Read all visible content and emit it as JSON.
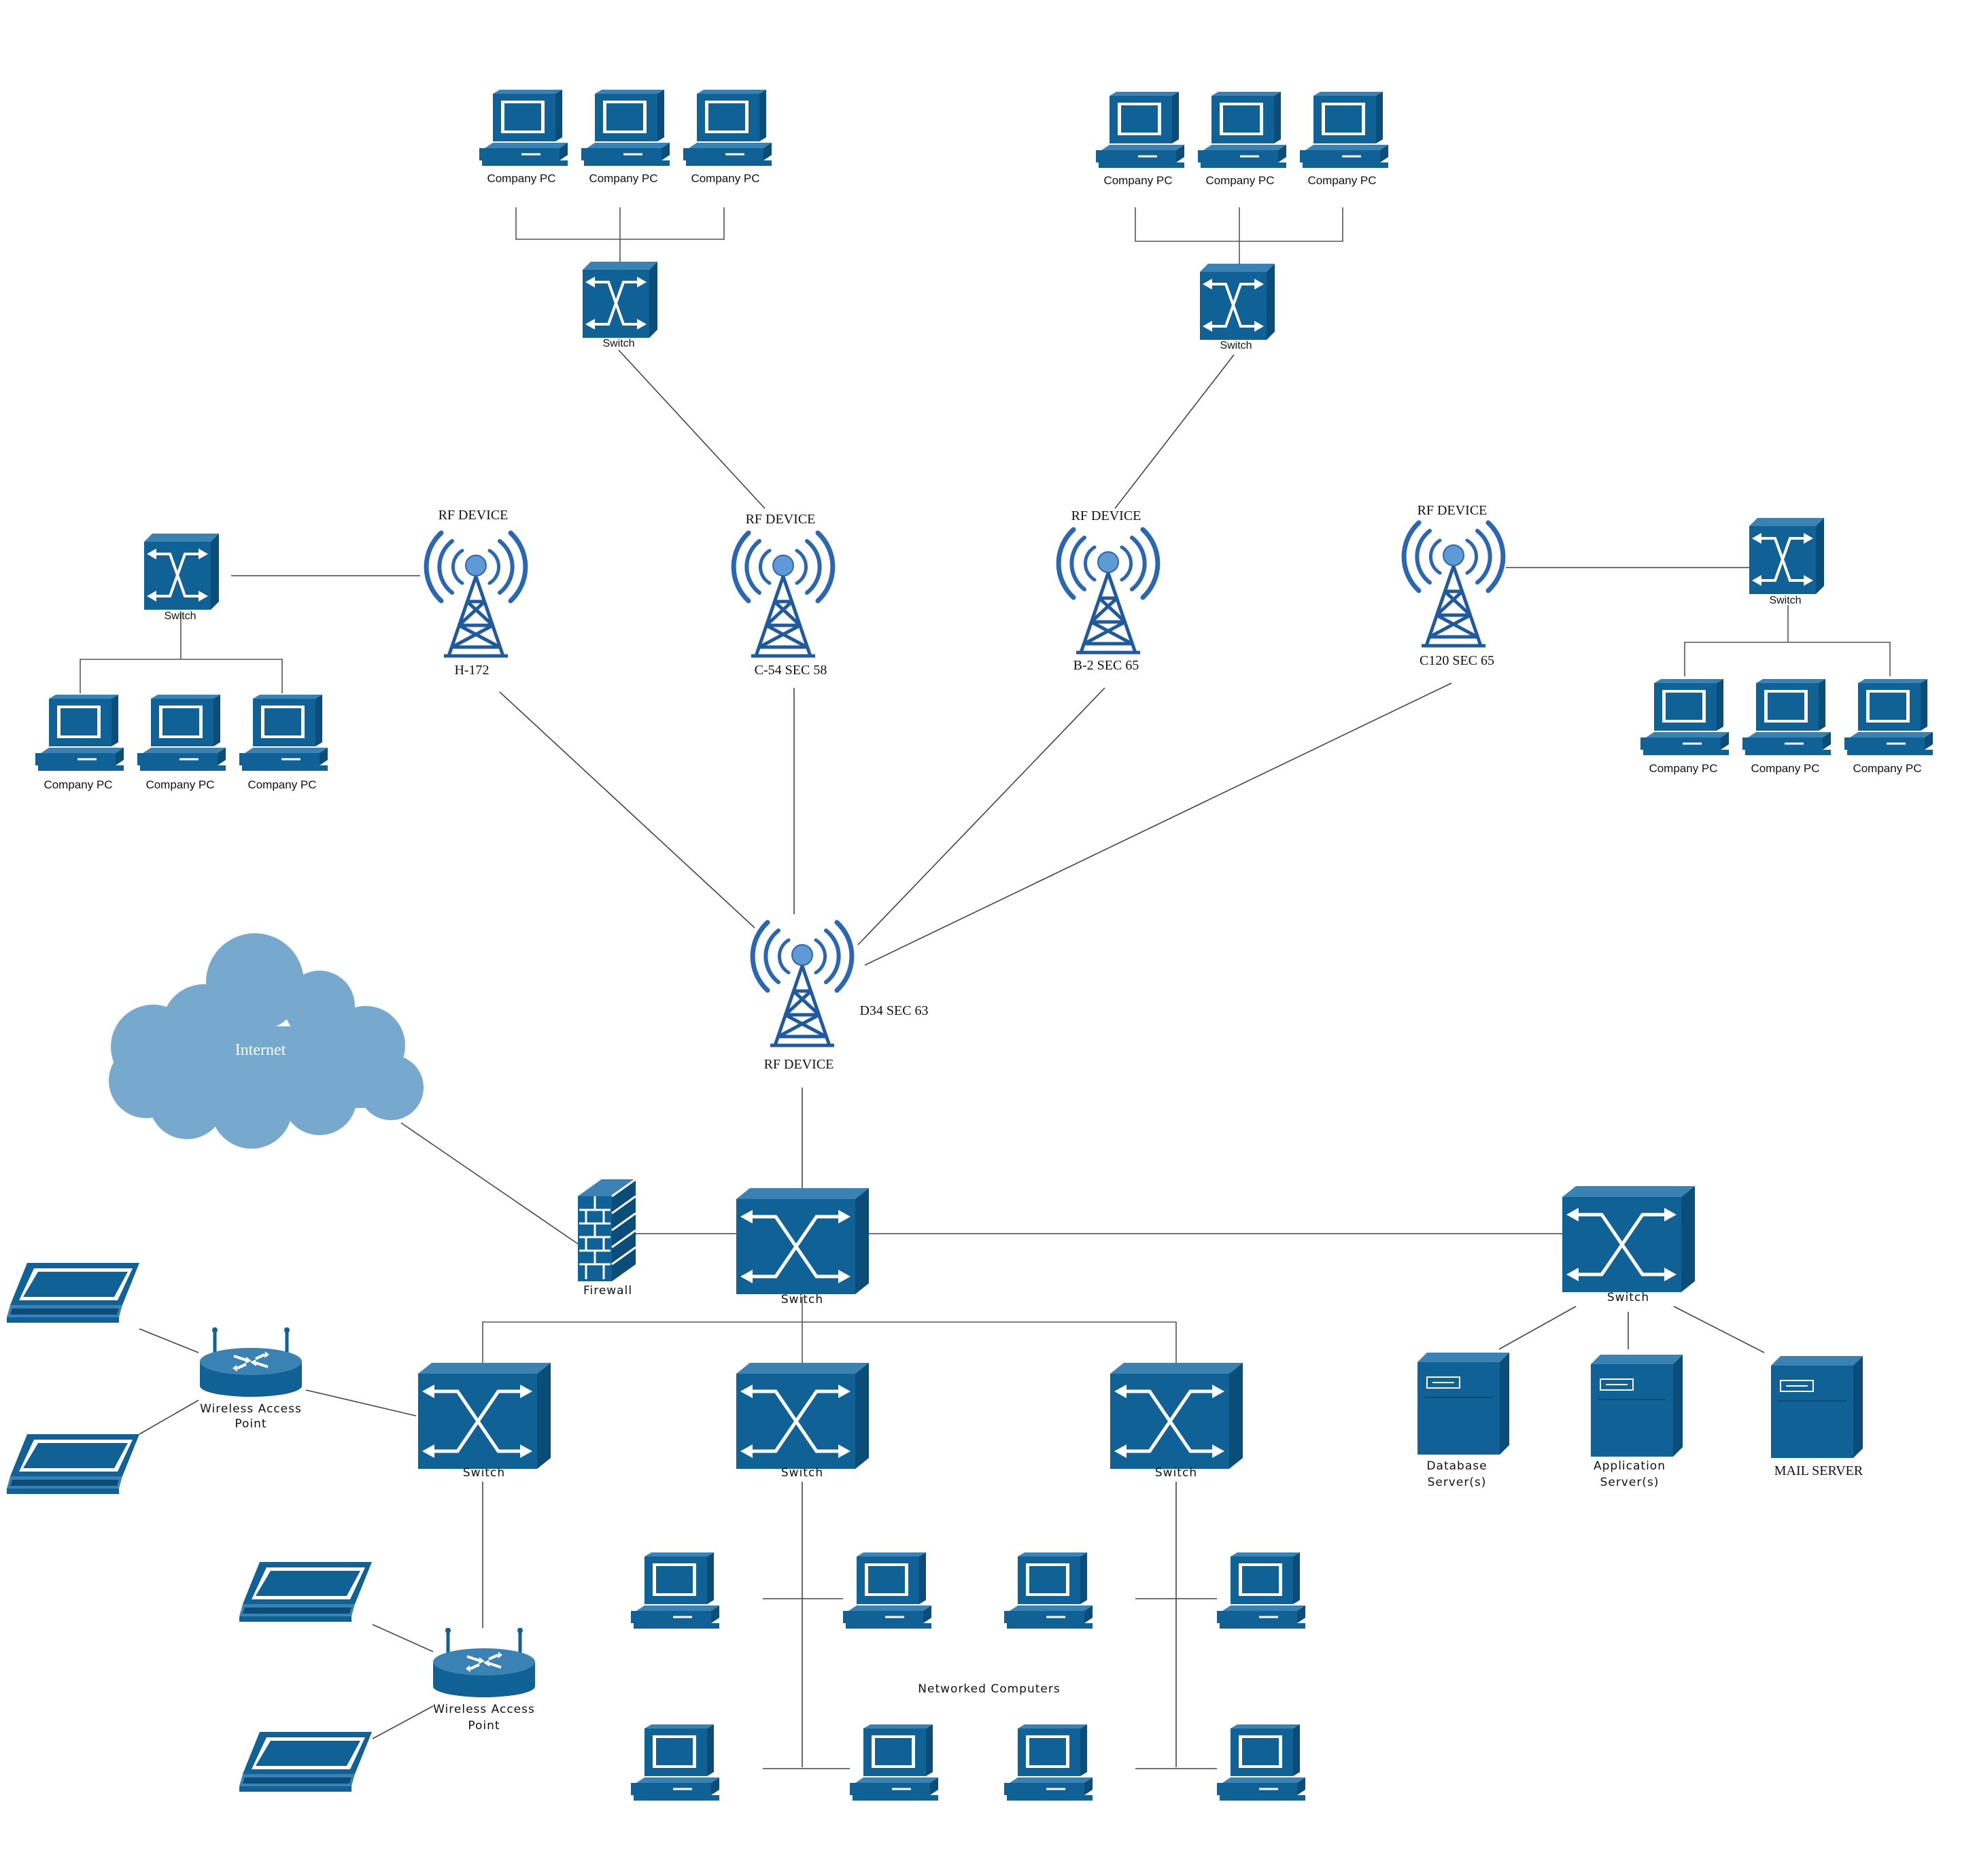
{
  "colors": {
    "device_front": "#0f6196",
    "device_top": "#3b82b4",
    "device_side": "#0a4d78",
    "cloud": "#77a9cf",
    "antenna": "#2a67b3",
    "link": "#444444"
  },
  "labels": {
    "company_pc": "Company PC",
    "switch_small": "Switch",
    "switch_large": "Switch",
    "rf_device": "RF DEVICE",
    "firewall": "Firewall",
    "internet": "Internet",
    "wap_line1": "Wireless Access",
    "wap_line2": "Point",
    "db_line1": "Database",
    "db_line2": "Server(s)",
    "app_line1": "Application",
    "app_line2": "Server(s)",
    "mail_server": "MAIL SERVER",
    "networked_computers": "Networked Computers"
  },
  "towers": [
    {
      "id": "h172",
      "site": "H-172"
    },
    {
      "id": "c54",
      "site": "C-54 SEC 58"
    },
    {
      "id": "b2",
      "site": "B-2 SEC 65"
    },
    {
      "id": "c120",
      "site": "C120 SEC 65"
    },
    {
      "id": "d34",
      "site": "D34 SEC 63"
    }
  ],
  "icons": {
    "pc": "desktop-computer-icon",
    "switch": "switch-icon",
    "tower": "radio-tower-icon",
    "firewall": "firewall-icon",
    "cloud": "cloud-icon",
    "router": "wireless-router-icon",
    "laptop": "laptop-icon",
    "server": "server-icon"
  }
}
